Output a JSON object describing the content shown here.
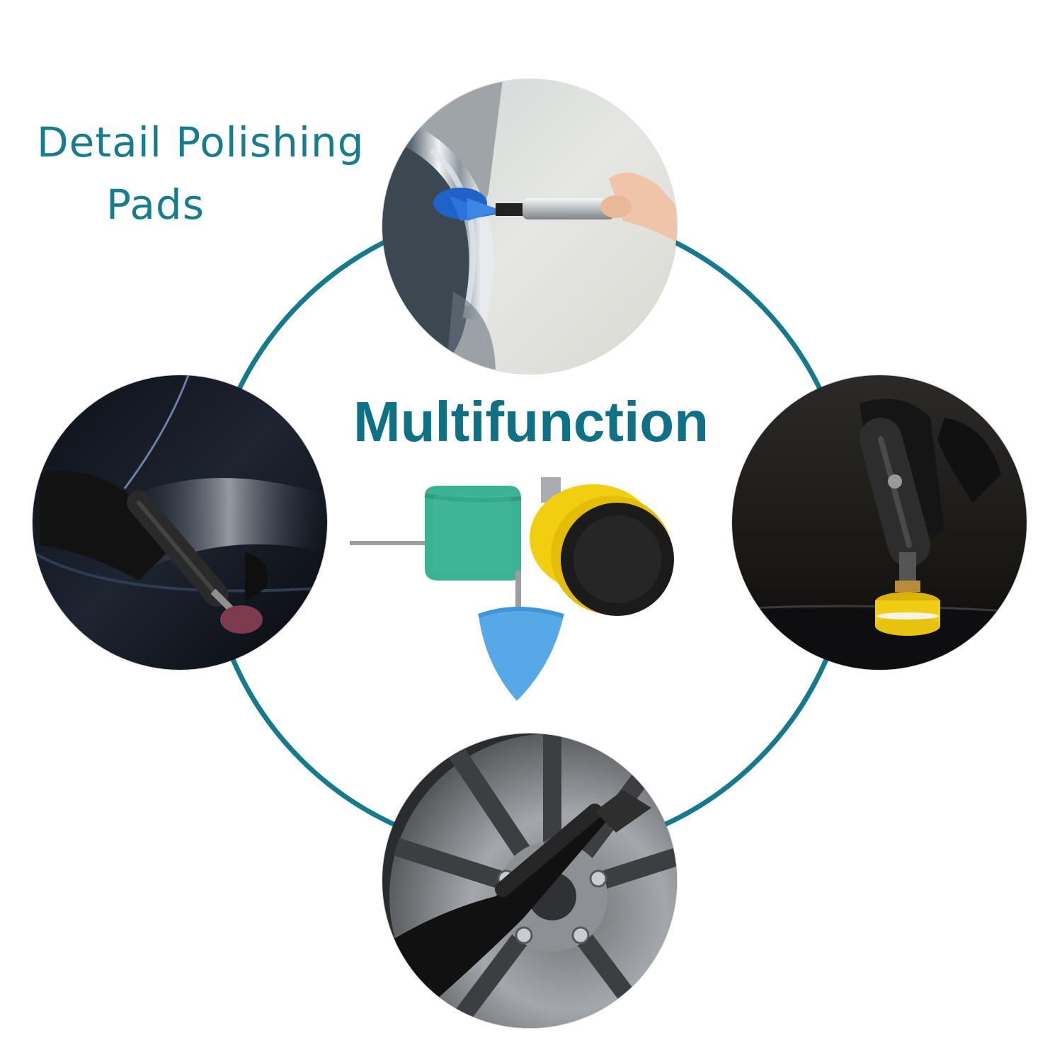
{
  "heading": {
    "line1": "Detail Polishing",
    "line2": "Pads"
  },
  "center_title": "Multifunction",
  "colors": {
    "accent": "#157a8e",
    "background": "#ffffff"
  }
}
